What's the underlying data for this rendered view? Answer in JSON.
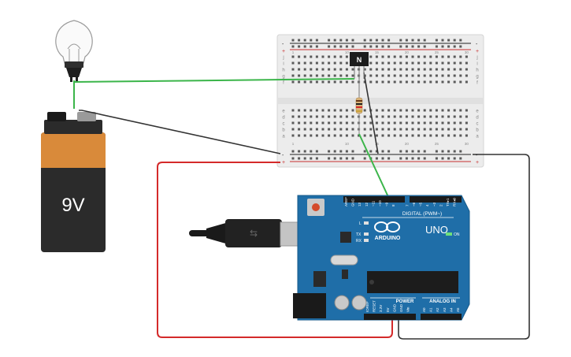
{
  "battery": {
    "label": "9V"
  },
  "transistor": {
    "label": "N"
  },
  "breadboard": {
    "rows_top": [
      "j",
      "i",
      "h",
      "g",
      "f"
    ],
    "rows_bottom": [
      "e",
      "d",
      "c",
      "b",
      "a"
    ],
    "col_numbers": [
      "1",
      "",
      "",
      "",
      "",
      "",
      "",
      "",
      "",
      "10",
      "",
      "",
      "",
      "",
      "15",
      "",
      "",
      "",
      "",
      "20",
      "",
      "",
      "",
      "",
      "25",
      "",
      "",
      "",
      "",
      "30"
    ],
    "plus": "+",
    "minus": "-"
  },
  "arduino": {
    "brand": "ARDUINO",
    "model": "UNO",
    "digital_label": "DIGITAL (PWM~)",
    "power_label": "POWER",
    "analog_label": "ANALOG IN",
    "on_label": "ON",
    "l_label": "L",
    "tx_label": "TX",
    "rx_label": "RX",
    "header_top": [
      "AREF",
      "GND",
      "13",
      "12",
      "~11",
      "~10",
      "~9",
      "8",
      "",
      "7",
      "~6",
      "~5",
      "4",
      "~3",
      "2",
      "TX▸1",
      "RX◂0"
    ],
    "header_power": [
      "IOREF",
      "RESET",
      "3.3V",
      "5V",
      "GND",
      "GND",
      "Vin"
    ],
    "header_analog": [
      "A0",
      "A1",
      "A2",
      "A3",
      "A4",
      "A5"
    ]
  },
  "colors": {
    "wire_green": "#3bb54a",
    "wire_red": "#d42a2a",
    "wire_black": "#333333",
    "board_blue": "#1f6ea8",
    "battery_orange": "#d98a3a",
    "battery_black": "#2b2b2b"
  }
}
